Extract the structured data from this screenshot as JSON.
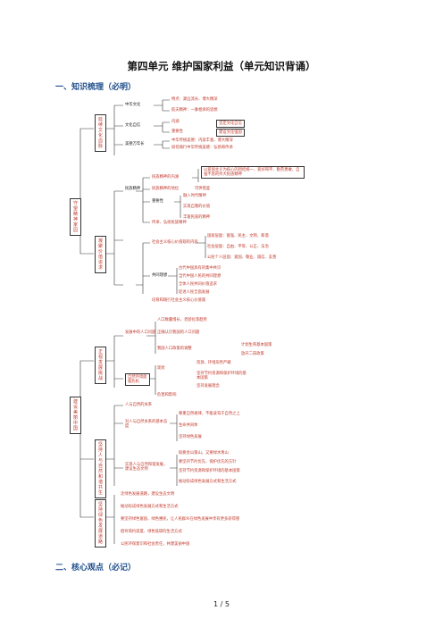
{
  "page": {
    "title": "第四单元  维护国家利益（单元知识背诵）",
    "section1": "一、知识梳理（必明）",
    "section2": "二、核心观点（必记）",
    "footer": "1 / 5"
  },
  "mindmap": {
    "root_top": "守望精神家园",
    "root_bottom": "建设美丽中国",
    "branch1": "延续文化血脉",
    "b1_item1": "中华文化",
    "b1_item1_a": "特点：源远流长、博大精深",
    "b1_item1_b": "航天精神：一脉相承的思想",
    "b1_item2": "文化自信",
    "b1_item2_a": "内涵",
    "b1_item2_b": "重要性",
    "b1_item2_c": "坚定文化自信",
    "b1_item2_d": "建设文化强国",
    "b1_item3": "美德万年长",
    "b1_item3_a": "中华传统美德：内容丰富、博大精深",
    "b1_item3_b": "如何践行中华传统美德：弘扬和传承",
    "branch2": "凝聚价值追求",
    "b2_item1": "民族精神",
    "b2_item1_a": "民族精神的内涵",
    "b2_item1_b": "以爱国主义为核心的团结统一、爱好和平、勤劳勇敢、自强不息的伟大民族精神",
    "b2_item1_c": "民族精神的地位",
    "b2_item1_d": "可供借鉴",
    "b2_item2": "重要性",
    "b2_item2_a": "融入时代精神",
    "b2_item2_b": "实现自我的价值",
    "b2_item2_c": "丰富民族的精神",
    "b2_item3": "传承、弘扬民族精神",
    "b2_item4": "社会主义核心价值观的内容",
    "b2_item4_a": "国家层面：富强、民主、文明、和谐",
    "b2_item4_b": "社会层面：自由、平等、公正、法治",
    "b2_item4_c": "公民个人层面：爱国、敬业、诚信、友善",
    "b2_item5": "共同理想",
    "b2_item5_a": "古代中国具有的集中共识",
    "b2_item5_b": "当代中国人民的共同理想",
    "b2_item5_c": "全体人民共同价值追求",
    "b2_item5_d": "促进人民全面发展",
    "b2_item5_e": "培育和践行社会主义核心价值观",
    "branch3": "正视发展挑战",
    "b3_item1": "发展中的人口问题",
    "b3_item1_a": "人口数量增长、老龄化等趋势",
    "b3_item1_b": "正确认识我国的人口问题",
    "b3_item1_c": "我国人口政策的调整",
    "b3_item1_d": "计划生育基本国策",
    "b3_item1_e": "放开二孩政策",
    "b3_item2": "自然环境面临危机",
    "b3_item2_a": "现状",
    "b3_item2_b": "资源、环境形势严峻",
    "b3_item2_c": "坚持节约资源和保护环境的基本国策",
    "b3_item2_d": "坚持发展理念",
    "b3_item2_e": "危害和影响",
    "branch4": "坚持人与自然和谐共生",
    "b4_item1": "人与自然的关系",
    "b4_item2": "对人与自然关系的基本态度",
    "b4_item2_a": "尊重自然规律，不能凌驾于自然之上",
    "b4_item2_b": "生命共同体",
    "b4_item2_c": "坚持绿色发展",
    "b4_item3": "实现人与自然和谐发展，建设生态文明",
    "b4_item3_a": "既要金山银山，又要绿水青山",
    "b4_item3_b": "要坚持节约优先、保护优先的方针",
    "b4_item3_c": "坚持节约资源和保护环境的基本国策",
    "b4_item3_d": "推动形成绿色发展方式和生活方式",
    "branch5": "坚持绿色发展道路",
    "b5_item1": "走绿色发展道路，建设生态文明",
    "b5_item2": "推动形成绿色发展方式和生活方式",
    "b5_item3": "要坚持绿色富国、绿色惠民，让人民群众在绿色发展中享有更多获得感",
    "b5_item4": "倡导简约适度、绿色低碳的生活方式",
    "b5_item5": "公民环保意识和社会责任，共建美丽中国"
  }
}
